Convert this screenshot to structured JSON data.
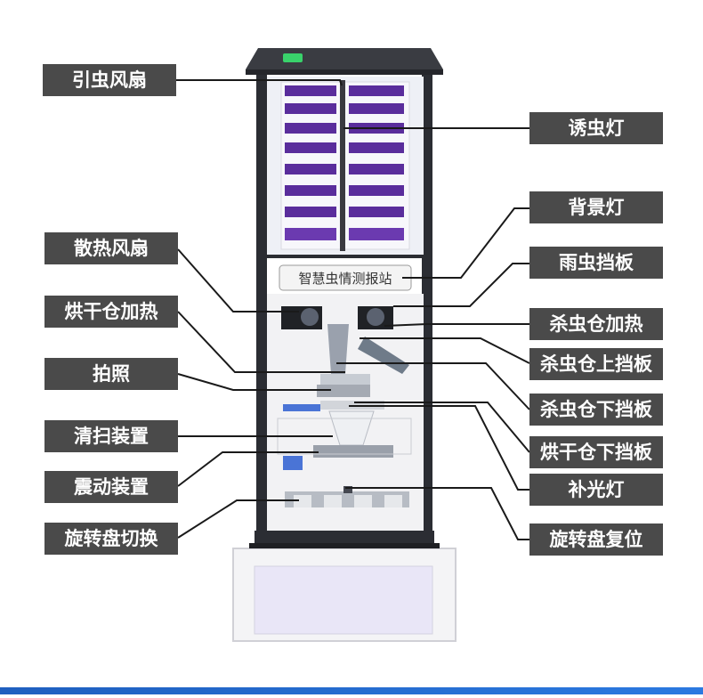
{
  "device": {
    "nameplate": "智慧虫情测报站"
  },
  "labels_left": [
    {
      "id": "lure-fan",
      "text": "引虫风扇"
    },
    {
      "id": "cooling-fan",
      "text": "散热风扇"
    },
    {
      "id": "drying-heater",
      "text": "烘干仓加热"
    },
    {
      "id": "camera",
      "text": "拍照"
    },
    {
      "id": "cleaning-device",
      "text": "清扫装置"
    },
    {
      "id": "vibration-device",
      "text": "震动装置"
    },
    {
      "id": "turntable-switch",
      "text": "旋转盘切换"
    }
  ],
  "labels_right": [
    {
      "id": "trap-lamp",
      "text": "诱虫灯"
    },
    {
      "id": "background-lamp",
      "text": "背景灯"
    },
    {
      "id": "rain-insect-baffle",
      "text": "雨虫挡板"
    },
    {
      "id": "kill-chamber-heater",
      "text": "杀虫仓加热"
    },
    {
      "id": "kill-chamber-upper-baffle",
      "text": "杀虫仓上挡板"
    },
    {
      "id": "kill-chamber-lower-baffle",
      "text": "杀虫仓下挡板"
    },
    {
      "id": "drying-chamber-lower-baffle",
      "text": "烘干仓下挡板"
    },
    {
      "id": "fill-light",
      "text": "补光灯"
    },
    {
      "id": "turntable-reset",
      "text": "旋转盘复位"
    }
  ],
  "colors": {
    "label_bg": "#4a4a4a",
    "frame": "#2b2d33",
    "uv_tube": "#5a2d9c",
    "status_led": "#39d26b",
    "accent_bar": "#1f5fbf"
  }
}
